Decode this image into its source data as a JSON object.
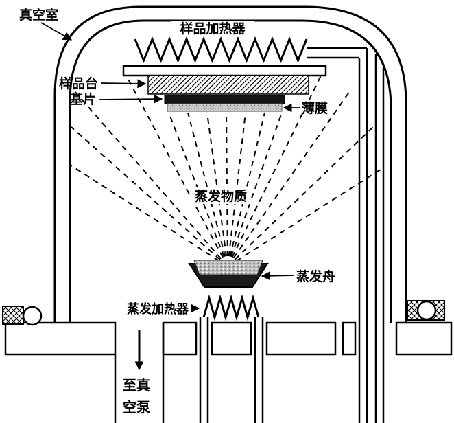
{
  "labels": {
    "vacuum_chamber": "真空室",
    "sample_heater": "样品加热器",
    "sample_stage": "样品台",
    "substrate": "基片",
    "thin_film": "薄膜",
    "evaporant_flux": "蒸发物质",
    "evaporation_boat": "蒸发舟",
    "evaporation_heater": "蒸发加热器",
    "to_vacuum_pump": [
      "至真",
      "空泵"
    ]
  },
  "colors": {
    "ink": "#000000",
    "background": "#ffffff",
    "substrate_fill": "#141414",
    "film_fill": "#d0d0d0",
    "boat_fill": "#1c1c1c",
    "material_fill": "#bdbdbd"
  }
}
